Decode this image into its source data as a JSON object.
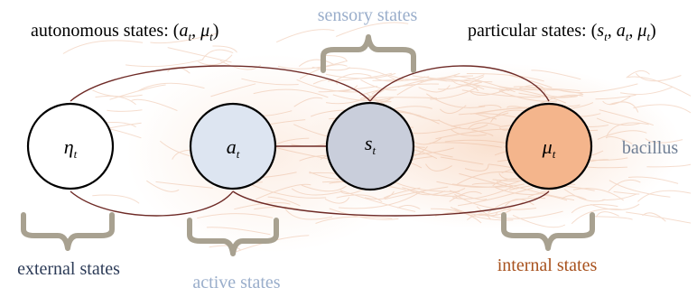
{
  "title_left": {
    "prefix": "autonomous states: (",
    "v1": "a",
    "s1": "t",
    "sep": ", ",
    "v2": "μ",
    "s2": "t",
    "suffix": ")"
  },
  "title_right": {
    "prefix": "particular states: (",
    "v1": "s",
    "s1": "t",
    "sep1": ", ",
    "v2": "a",
    "s2": "t",
    "sep2": ", ",
    "v3": "μ",
    "s3": "t",
    "suffix": ")"
  },
  "labels": {
    "sensory": "sensory states",
    "external": "external states",
    "active": "active states",
    "internal": "internal states",
    "bacillus": "bacillus"
  },
  "nodes": [
    {
      "symbol": "η",
      "sub": "t"
    },
    {
      "symbol": "a",
      "sub": "t"
    },
    {
      "symbol": "s",
      "sub": "t"
    },
    {
      "symbol": "μ",
      "sub": "t"
    }
  ],
  "colors": {
    "external_label": "#2c3b57",
    "active_label": "#9aaecb",
    "sensory_label": "#9aaecb",
    "internal_label": "#a8521e",
    "bacillus_label": "#6f7f95",
    "edge": "#6e2a26",
    "brace": "#a8a190",
    "fur": "#e9b595",
    "node_external": "#ffffff",
    "node_active": "#dde5f1",
    "node_sensory": "#c9cedb",
    "node_internal": "#f4b58c"
  }
}
